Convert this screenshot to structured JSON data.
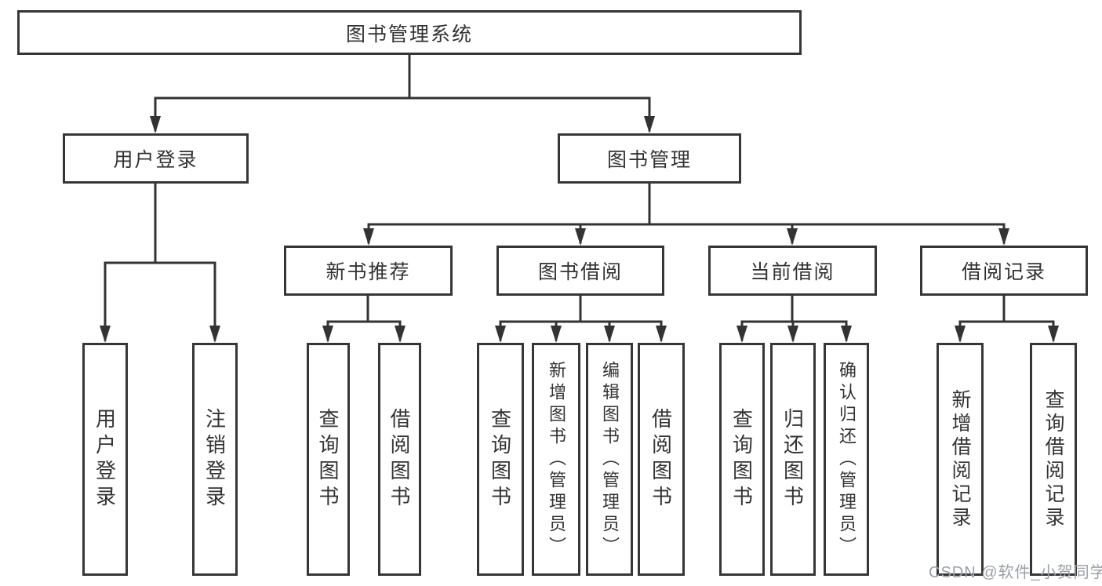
{
  "nodes": {
    "root": "图书管理系统",
    "level2": [
      "用户登录",
      "图书管理"
    ],
    "level3": [
      "新书推荐",
      "图书借阅",
      "当前借阅",
      "借阅记录"
    ],
    "leaves_login": [
      "用户登录",
      "注销登录"
    ],
    "leaves_newbook": [
      "查询图书",
      "借阅图书"
    ],
    "leaves_borrow": [
      "查询图书",
      "新增图书（管理员）",
      "编辑图书（管理员）",
      "借阅图书"
    ],
    "leaves_current": [
      "查询图书",
      "归还图书",
      "确认归还（管理员）"
    ],
    "leaves_records": [
      "新增借阅记录",
      "查询借阅记录"
    ]
  },
  "watermark": "CSDN @软件_小贺同学",
  "colors": {
    "line": "#333333",
    "border": "#363636",
    "text": "#333333",
    "background": "#ffffff",
    "watermark": "#9aa0aa"
  }
}
